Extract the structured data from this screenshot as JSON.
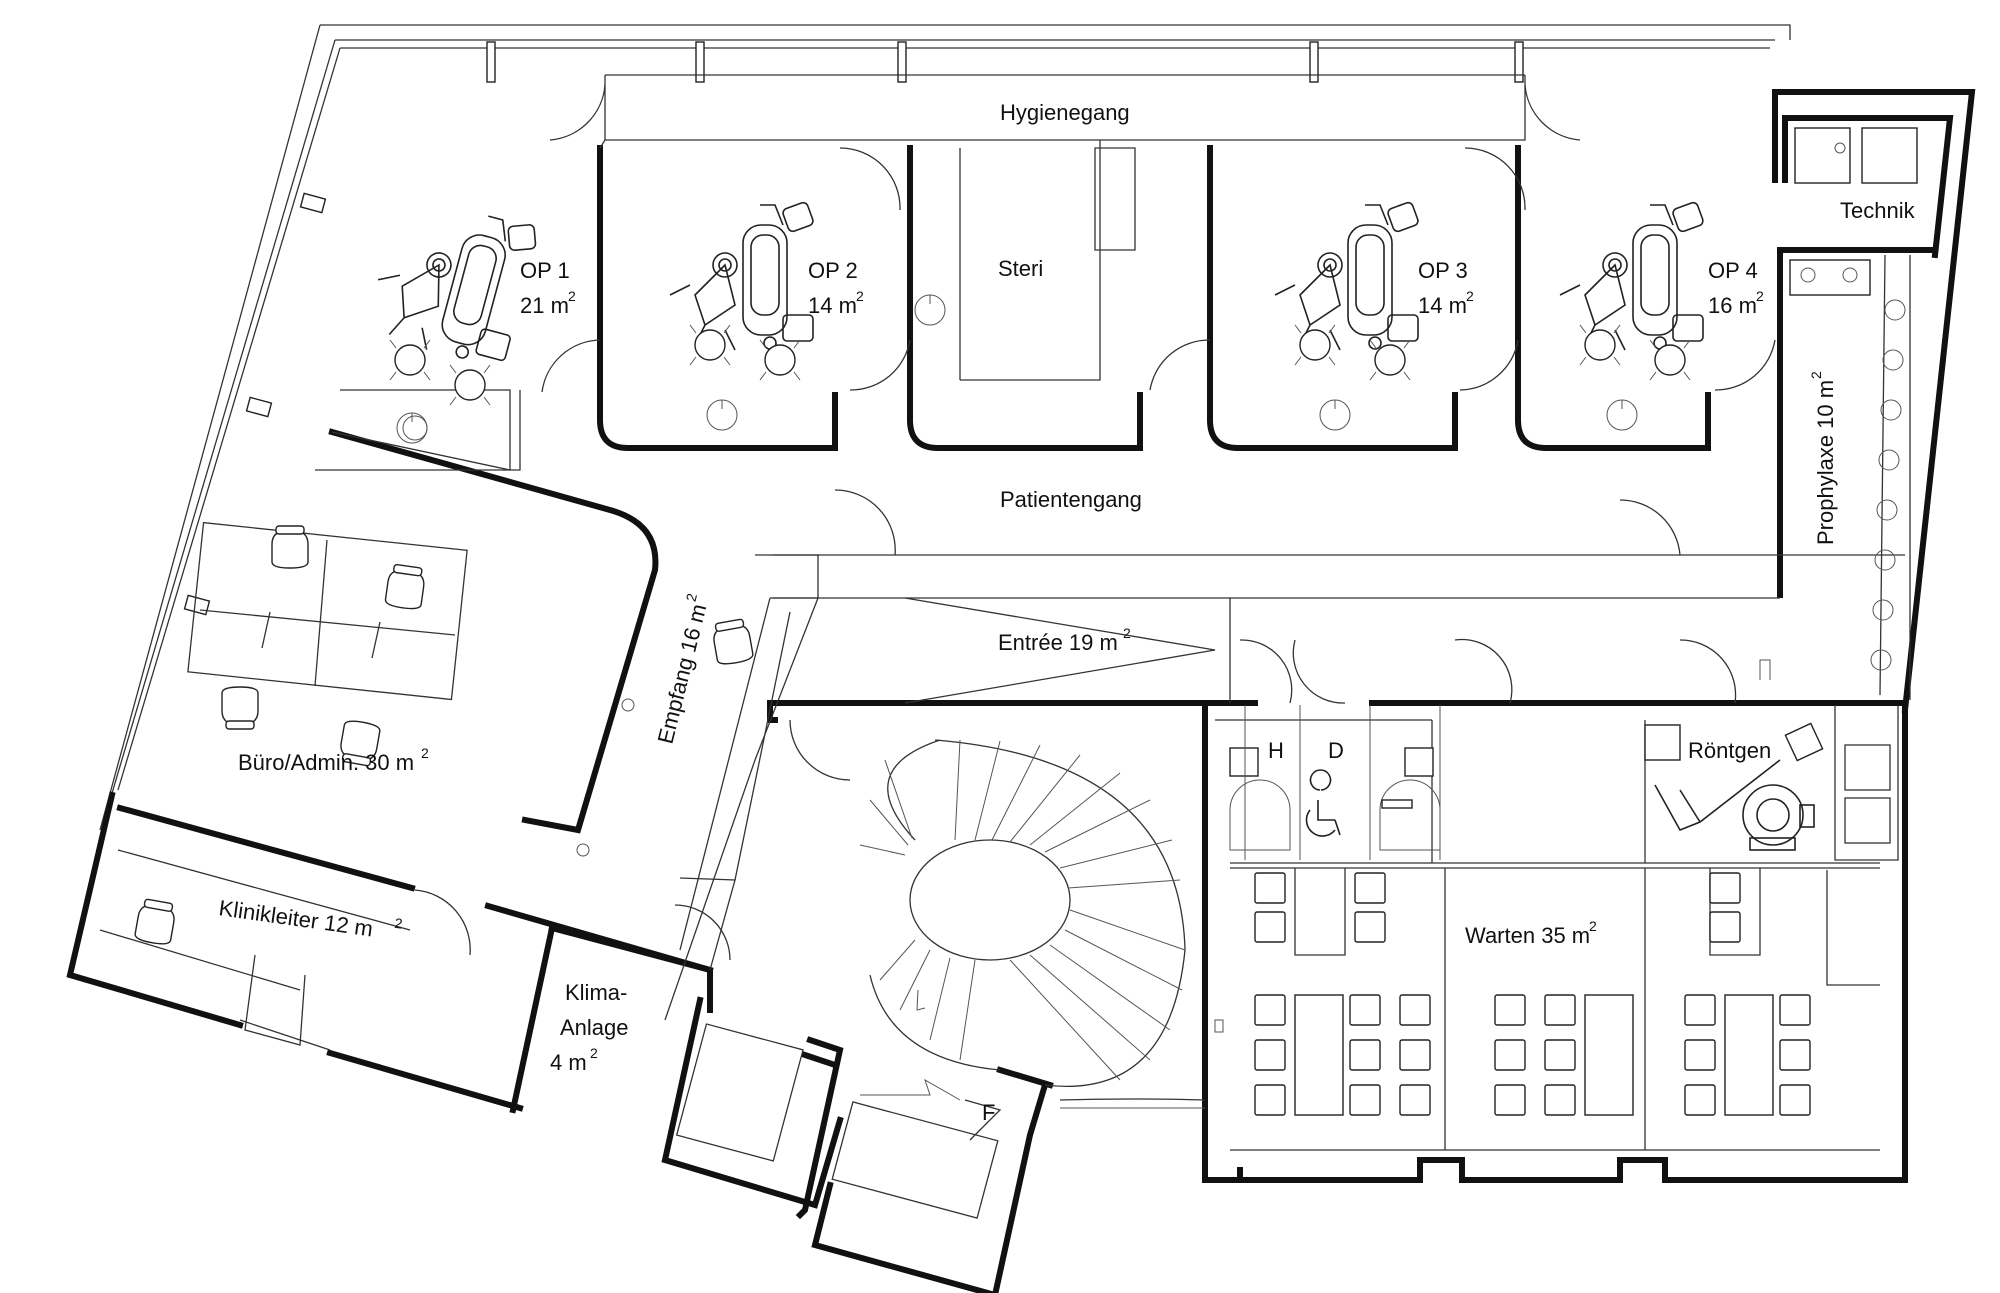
{
  "rooms": {
    "hygienegang": "Hygienegang",
    "steri": "Steri",
    "op1_name": "OP 1",
    "op1_area": "21 m",
    "op1_sup": "2",
    "op2_name": "OP 2",
    "op2_area": "14 m",
    "op2_sup": "2",
    "op3_name": "OP 3",
    "op3_area": "14 m",
    "op3_sup": "2",
    "op4_name": "OP 4",
    "op4_area": "16 m",
    "op4_sup": "2",
    "technik": "Technik",
    "prophylaxe": "Prophylaxe 10 m",
    "prophylaxe_sup": "2",
    "patientengang": "Patientengang",
    "entree": "Entrée 19 m",
    "entree_sup": "2",
    "empfang": "Empfang 16 m",
    "empfang_sup": "2",
    "buero": "Büro/Admin. 30 m",
    "buero_sup": "2",
    "klinikleiter": "Klinikleiter 12 m",
    "klinikleiter_sup": "2",
    "klima_l1": "Klima-",
    "klima_l2": "Anlage",
    "klima_l3": "4 m",
    "klima_sup": "2",
    "wc_h": "H",
    "wc_d": "D",
    "roentgen": "Röntgen",
    "warten": "Warten 35 m",
    "warten_sup": "2",
    "f": "F"
  }
}
